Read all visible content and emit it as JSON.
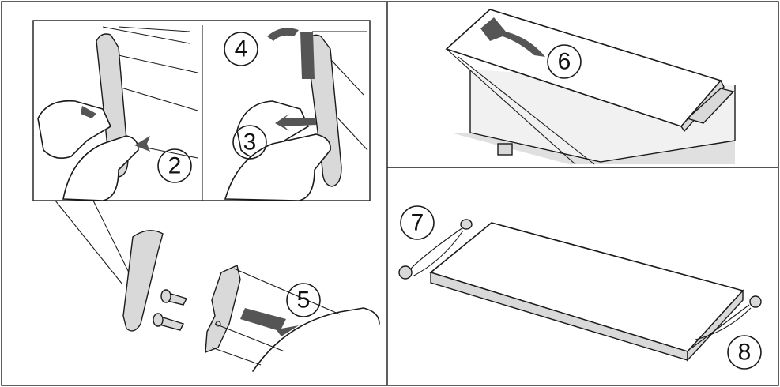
{
  "steps": {
    "s2": "2",
    "s3": "3",
    "s4": "4",
    "s5": "5",
    "s6": "6",
    "s7": "7",
    "s8": "8"
  },
  "colors": {
    "outline": "#1a1a1a",
    "part_fill": "#d9d9d9",
    "arrow_fill": "#555555",
    "background": "#ffffff"
  }
}
